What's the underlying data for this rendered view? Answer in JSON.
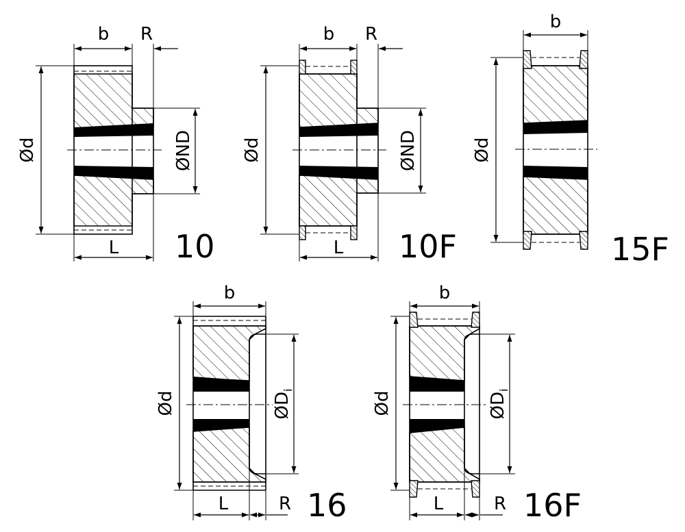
{
  "labels": {
    "b": "b",
    "R": "R",
    "L": "L",
    "d": "Ød",
    "nd": "ØND",
    "di_main": "ØD",
    "di_sub": "i"
  },
  "variants": [
    {
      "id": "10",
      "label": "10"
    },
    {
      "id": "10F",
      "label": "10F"
    },
    {
      "id": "15F",
      "label": "15F"
    },
    {
      "id": "16",
      "label": "16"
    },
    {
      "id": "16F",
      "label": "16F"
    }
  ]
}
